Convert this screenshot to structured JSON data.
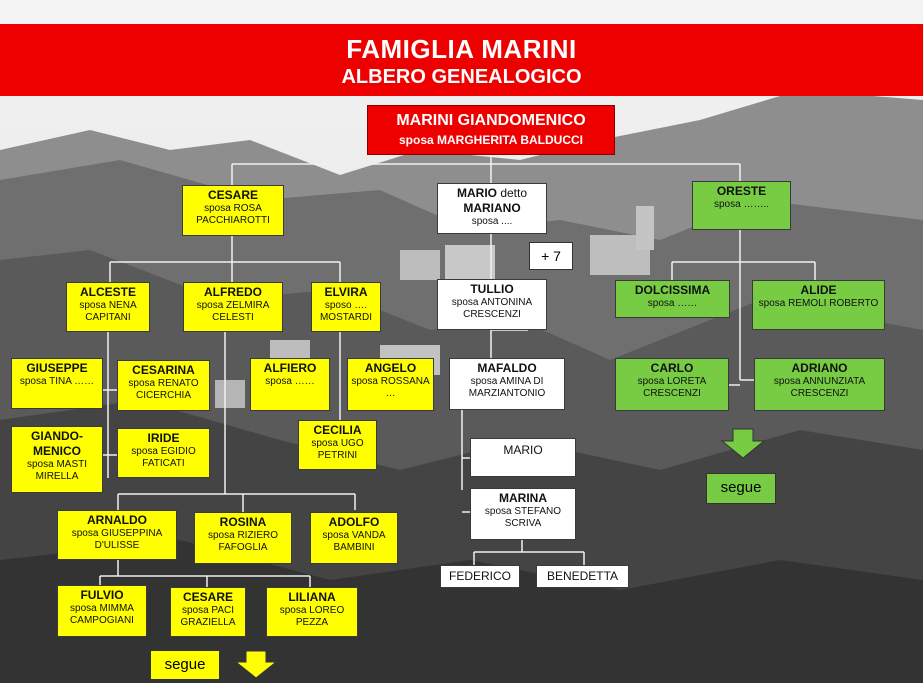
{
  "header": {
    "title": "FAMIGLIA  MARINI",
    "subtitle": "ALBERO GENEALOGICO"
  },
  "root": {
    "name": "MARINI  GIANDOMENICO",
    "spouse": "sposa MARGHERITA BALDUCCI"
  },
  "people": {
    "cesare": {
      "name": "CESARE",
      "spouse": "sposa ROSA PACCHIAROTTI"
    },
    "mario": {
      "name_pre": "MARIO",
      "name_mid": " detto",
      "name2": "MARIANO",
      "spouse": "sposa ...."
    },
    "oreste": {
      "name": "ORESTE",
      "spouse": "sposa …….."
    },
    "alceste": {
      "name": "ALCESTE",
      "spouse": "sposa NENA CAPITANI"
    },
    "alfredo": {
      "name": "ALFREDO",
      "spouse": "sposa ZELMIRA CELESTI"
    },
    "elvira": {
      "name": "ELVIRA",
      "spouse": "sposo …. MOSTARDI"
    },
    "tullio": {
      "name": "TULLIO",
      "spouse": "sposa ANTONINA CRESCENZI"
    },
    "dolcissima": {
      "name": "DOLCISSIMA",
      "spouse": "sposa ……"
    },
    "alide": {
      "name": "ALIDE",
      "spouse": "sposa REMOLI ROBERTO"
    },
    "giuseppe": {
      "name": "GIUSEPPE",
      "spouse": "sposa TINA ……"
    },
    "cesarina": {
      "name": "CESARINA",
      "spouse": "sposa RENATO CICERCHIA"
    },
    "alfiero": {
      "name": "ALFIERO",
      "spouse": "sposa ……"
    },
    "angelo": {
      "name": "ANGELO",
      "spouse": "sposa ROSSANA …"
    },
    "mafaldo": {
      "name": "MAFALDO",
      "spouse": "sposa AMINA DI MARZIANTONIO"
    },
    "carlo": {
      "name": "CARLO",
      "spouse": "sposa LORETA CRESCENZI"
    },
    "adriano": {
      "name": "ADRIANO",
      "spouse": "sposa ANNUNZIATA CRESCENZI"
    },
    "giandomenico2": {
      "name": "GIANDO-MENICO",
      "spouse": "sposa MASTI MIRELLA"
    },
    "iride": {
      "name": "IRIDE",
      "spouse": "sposa EGIDIO FATICATI"
    },
    "cecilia": {
      "name": "CECILIA",
      "spouse": "sposa UGO PETRINI"
    },
    "mario2": {
      "name": "MARIO"
    },
    "marina": {
      "name": "MARINA",
      "spouse": "sposa STEFANO SCRIVA"
    },
    "arnaldo": {
      "name": "ARNALDO",
      "spouse": "sposa GIUSEPPINA D'ULISSE"
    },
    "rosina": {
      "name": "ROSINA",
      "spouse": "sposa RIZIERO FAFOGLIA"
    },
    "adolfo": {
      "name": "ADOLFO",
      "spouse": "sposa VANDA BAMBINI"
    },
    "federico": {
      "name": "FEDERICO"
    },
    "benedetta": {
      "name": "BENEDETTA"
    },
    "fulvio": {
      "name": "FULVIO",
      "spouse": "sposa MIMMA CAMPOGIANI"
    },
    "cesare2": {
      "name": "CESARE",
      "spouse": "sposa PACI GRAZIELLA"
    },
    "liliana": {
      "name": "LILIANA",
      "spouse": "sposa LOREO PEZZA"
    }
  },
  "extra": {
    "plus": "+ 7",
    "segue": "segue"
  },
  "colors": {
    "red": "#ee0000",
    "yellow": "#ffff00",
    "green": "#77cc44",
    "white": "#ffffff"
  }
}
